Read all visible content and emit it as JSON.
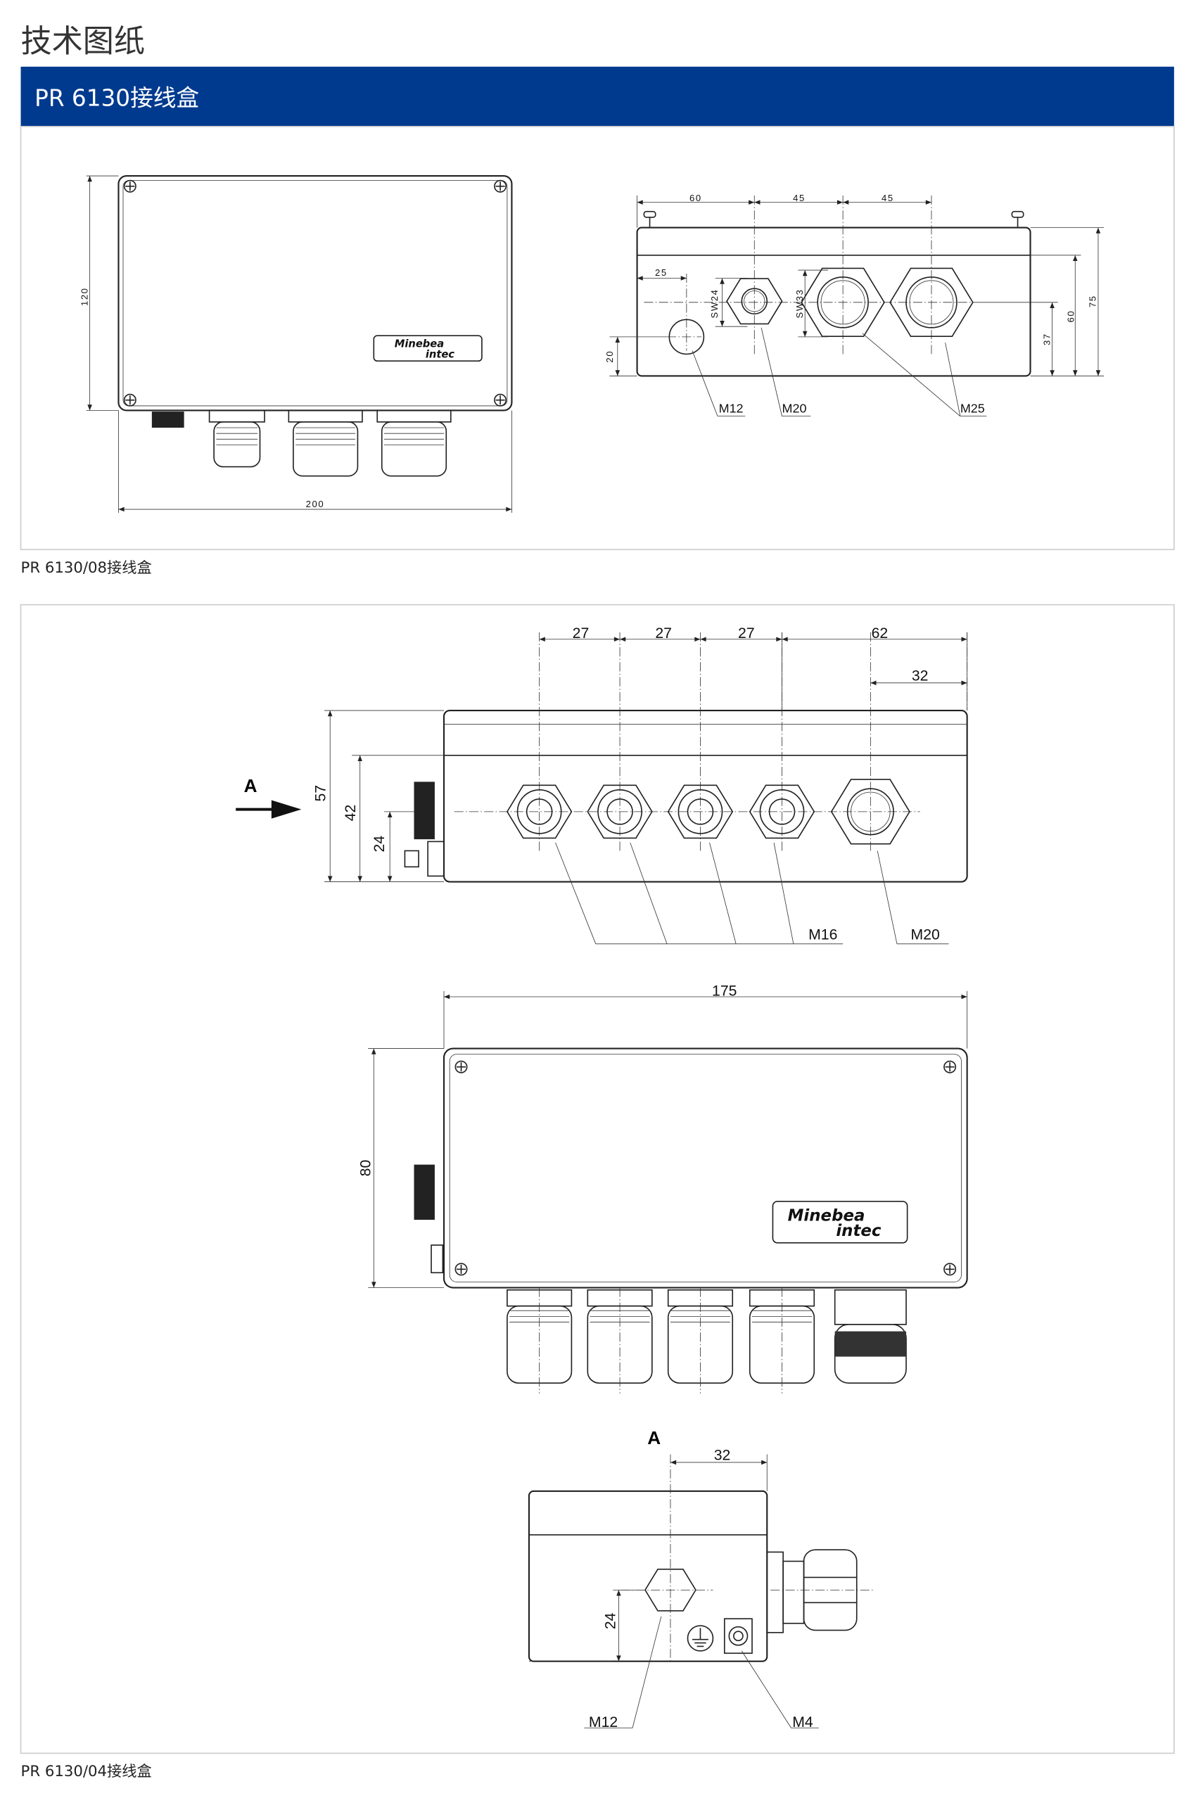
{
  "page_title": "技术图纸",
  "section_title": "PR 6130接线盒",
  "accent_color": "#003a8f",
  "drawing_08": {
    "caption": "PR 6130/08接线盒",
    "front_dims": {
      "height": "120",
      "width": "200"
    },
    "side_dims": {
      "d1": "60",
      "d2": "45",
      "d3": "45",
      "d4": "25",
      "sw24": "SW24",
      "sw33": "SW33",
      "h20": "20",
      "h37": "37",
      "h60": "60",
      "h75": "75"
    },
    "labels": {
      "m12": "M12",
      "m20": "M20",
      "m25": "M25"
    },
    "logo": {
      "line1": "Minebea",
      "line2": "intec"
    }
  },
  "drawing_04": {
    "caption": "PR 6130/04接线盒",
    "side_dims": {
      "d1": "27",
      "d2": "27",
      "d3": "27",
      "d4": "62",
      "d5": "32",
      "h57": "57",
      "h42": "42",
      "h24": "24"
    },
    "view_arrow": "A",
    "labels": {
      "m16": "M16",
      "m20": "M20"
    },
    "front_dims": {
      "width": "175",
      "height": "80"
    },
    "logo": {
      "line1": "Minebea",
      "line2": "intec"
    },
    "view_a": {
      "title": "A",
      "d32": "32",
      "h24": "24",
      "m12": "M12",
      "m4": "M4"
    }
  }
}
